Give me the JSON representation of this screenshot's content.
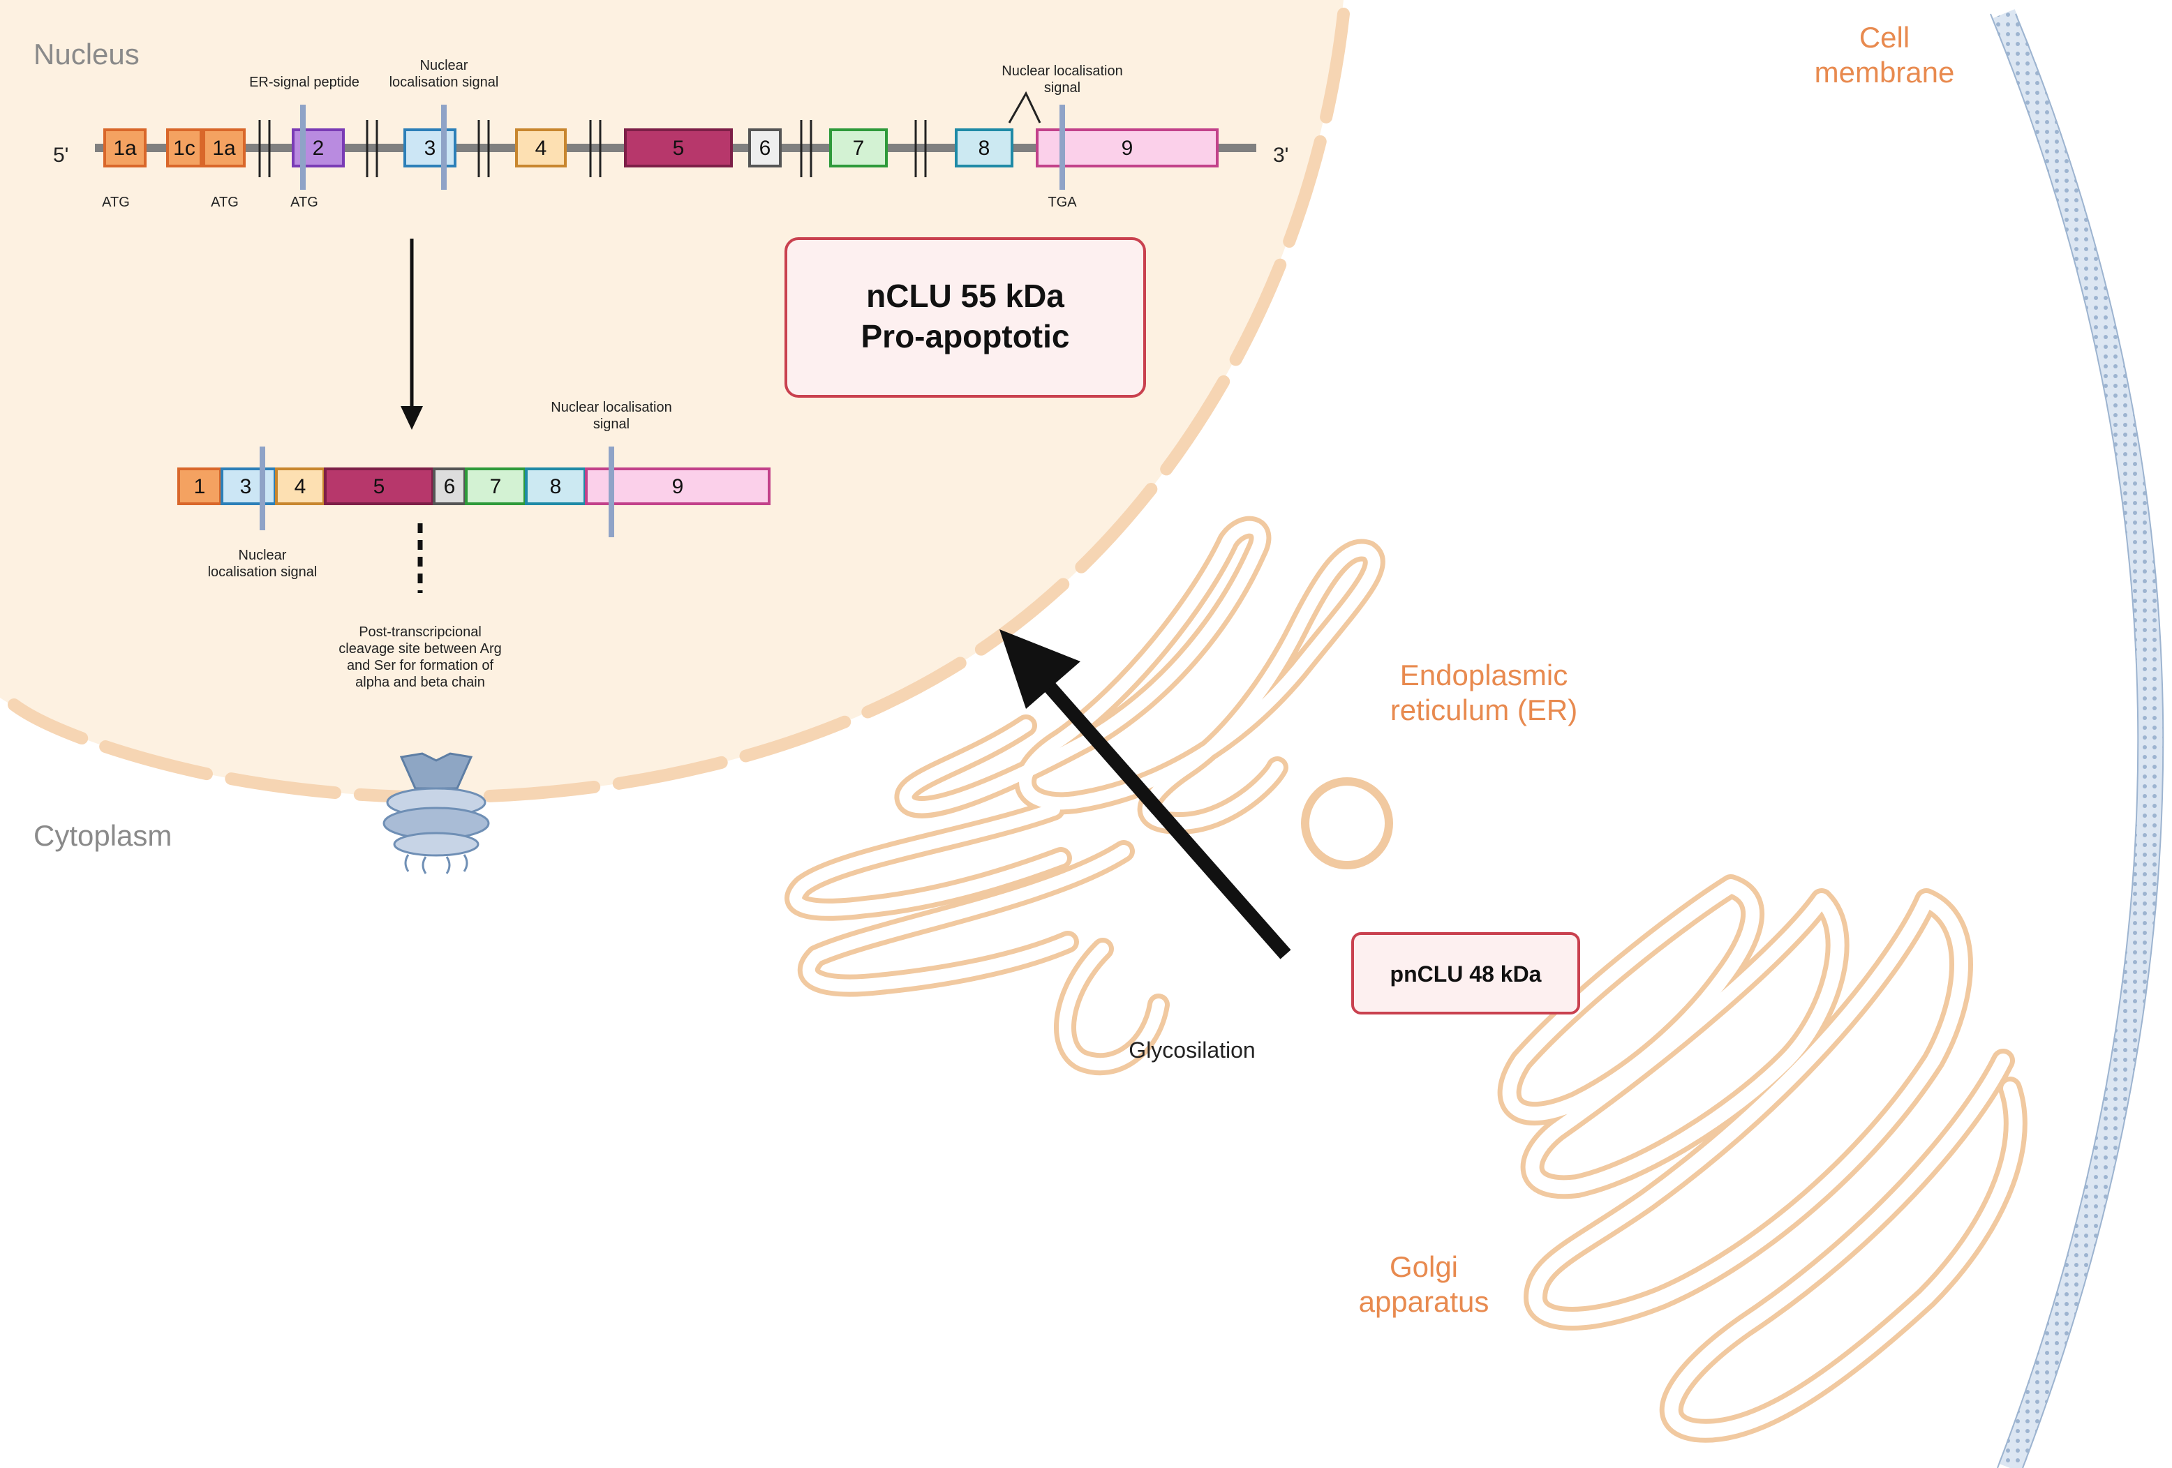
{
  "regions": {
    "nucleus": "Nucleus",
    "cytoplasm": "Cytoplasm",
    "cell_membrane_line1": "Cell",
    "cell_membrane_line2": "membrane",
    "er_line1": "Endoplasmic",
    "er_line2": "reticulum (ER)",
    "golgi_line1": "Golgi",
    "golgi_line2": "apparatus"
  },
  "gene": {
    "five_prime": "5'",
    "three_prime": "3'",
    "exons": {
      "e1a_first": "1a",
      "e1c": "1c",
      "e1a_second": "1a",
      "e2": "2",
      "e3": "3",
      "e4": "4",
      "e5": "5",
      "e6": "6",
      "e7": "7",
      "e8": "8",
      "e9": "9"
    },
    "annotations": {
      "er_signal": "ER-signal peptide",
      "nls_top_line1": "Nuclear",
      "nls_top_line2": "localisation signal",
      "nls_right_line1": "Nuclear localisation",
      "nls_right_line2": "signal",
      "atg": "ATG",
      "tga": "TGA"
    }
  },
  "transcript": {
    "exons": {
      "e1": "1",
      "e3": "3",
      "e4": "4",
      "e5": "5",
      "e6": "6",
      "e7": "7",
      "e8": "8",
      "e9": "9"
    },
    "nls_above_line1": "Nuclear localisation",
    "nls_above_line2": "signal",
    "nls_below_line1": "Nuclear",
    "nls_below_line2": "localisation signal",
    "cleavage_line1": "Post-transcripcional",
    "cleavage_line2": "cleavage site between Arg",
    "cleavage_line3": "and Ser for formation of",
    "cleavage_line4": "alpha and beta chain"
  },
  "boxes": {
    "nclu_line1": "nCLU 55 kDa",
    "nclu_line2": "Pro-apoptotic",
    "pnclu": "pnCLU 48 kDa"
  },
  "glycosilation": "Glycosilation",
  "colors": {
    "nucleus_fill": "#fdf1e1",
    "organelle_stroke": "#f1c9a0",
    "label_orange": "#e88a4f",
    "box_fill": "#fdf0f0",
    "box_stroke": "#c9414f"
  }
}
